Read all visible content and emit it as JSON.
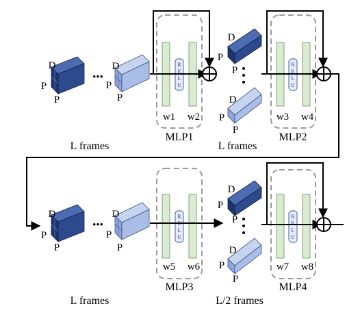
{
  "dim_labels": {
    "depth": "D",
    "patch": "P",
    "ellipsis": "•••",
    "vdots": "•"
  },
  "captions": {
    "frames_a": "L frames",
    "frames_b": "L frames",
    "frames_c": "L frames",
    "frames_d": "L/2 frames",
    "mlp1": "MLP1",
    "mlp2": "MLP2",
    "mlp3": "MLP3",
    "mlp4": "MLP4"
  },
  "weights": {
    "w1": "w1",
    "w2": "w2",
    "w3": "w3",
    "w4": "w4",
    "w5": "w5",
    "w6": "w6",
    "w7": "w7",
    "w8": "w8"
  },
  "relu": [
    "R",
    "E",
    "L",
    "U"
  ],
  "colors": {
    "cube_dark_front": "#2d4a8c",
    "cube_dark_top": "#4d6bb0",
    "cube_dark_side": "#1f3570",
    "cube_light_front": "#a9bde6",
    "cube_light_top": "#c6d4f0",
    "cube_light_side": "#8ea5d8",
    "weight_bar": "#d9ecd2",
    "relu_fill": "#e6ecfb",
    "dashed_box": "#9a9a9a"
  }
}
